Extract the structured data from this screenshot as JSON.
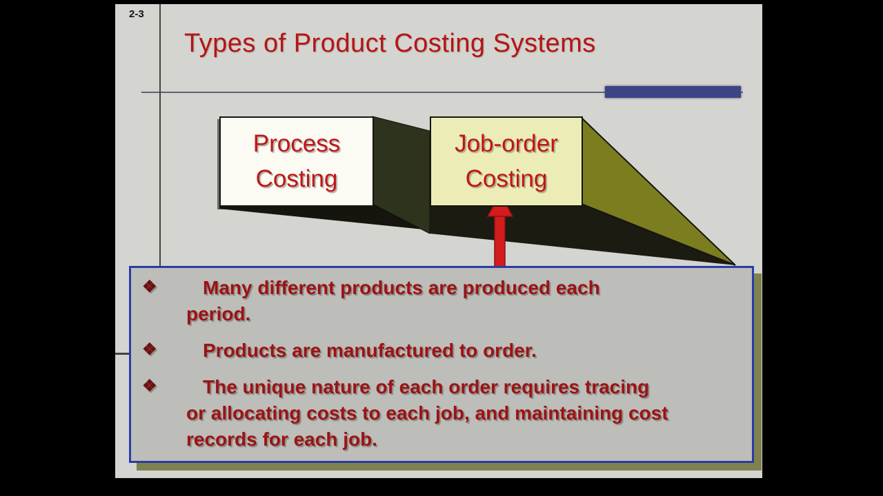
{
  "page": {
    "number": "2-3"
  },
  "title": {
    "text": "Types of Product Costing Systems"
  },
  "diagram": {
    "process_box_label": "Process Costing",
    "job_order_box_label": "Job-order Costing"
  },
  "callout": {
    "bullet_glyph": "❖",
    "bullets": [
      "Many different products are produced each period.",
      "Products are manufactured to order.",
      "The unique nature of each order requires tracing or allocating costs to each job, and maintaining cost records for each job."
    ]
  },
  "colors": {
    "slide_background": "#d4d4d0",
    "title_red": "#b81414",
    "body_text_red": "#9c1313",
    "navy_accent": "#3c4486",
    "callout_border_blue": "#2b3ba8",
    "callout_background": "#bdbdb9",
    "callout_shadow_olive": "#7f814f",
    "wedge_olive": "#7c7d1f",
    "wedge_dark": "#2e331d",
    "process_box_fill": "#fbfbf4",
    "job_box_fill": "#ecedb6",
    "arrow_red": "#d31c1c"
  }
}
